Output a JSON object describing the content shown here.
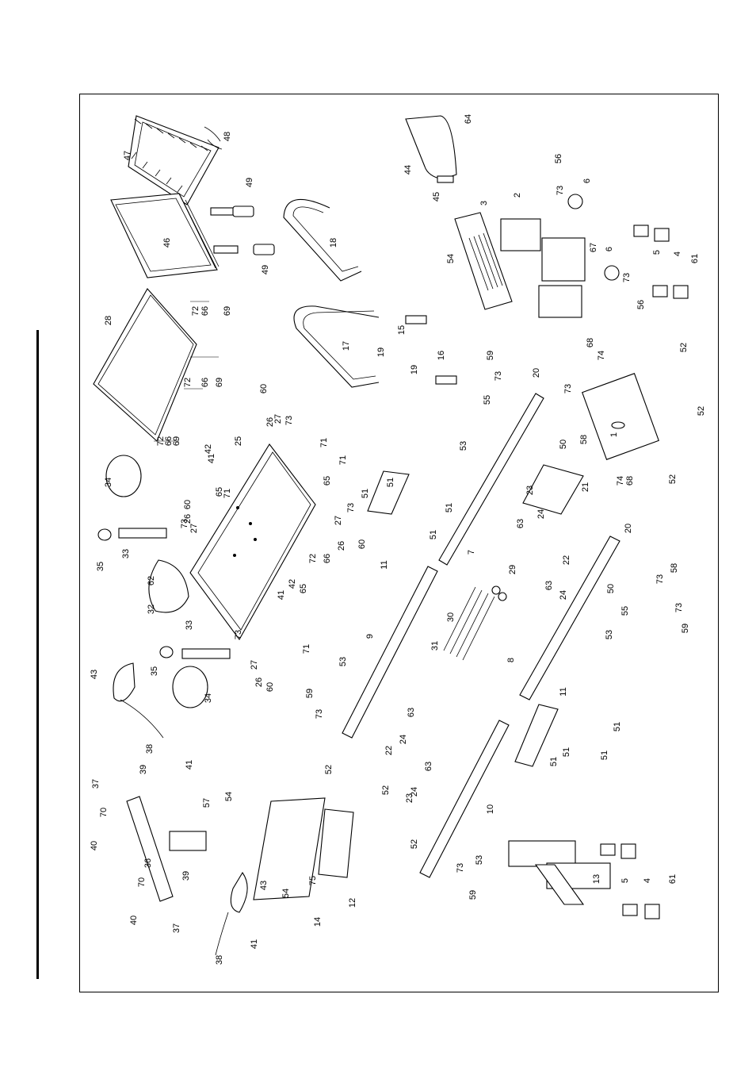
{
  "diagram": {
    "part_numbers": [
      "1",
      "2",
      "3",
      "4",
      "5",
      "6",
      "7",
      "8",
      "9",
      "10",
      "11",
      "12",
      "13",
      "14",
      "15",
      "16",
      "17",
      "18",
      "19",
      "20",
      "21",
      "22",
      "23",
      "24",
      "25",
      "26",
      "27",
      "28",
      "29",
      "30",
      "31",
      "32",
      "33",
      "34",
      "35",
      "36",
      "37",
      "38",
      "39",
      "40",
      "41",
      "42",
      "43",
      "44",
      "45",
      "46",
      "47",
      "48",
      "49",
      "50",
      "51",
      "52",
      "53",
      "54",
      "55",
      "56",
      "57",
      "58",
      "59",
      "60",
      "61",
      "62",
      "63",
      "64",
      "65",
      "66",
      "67",
      "68",
      "69",
      "70",
      "71",
      "72",
      "73",
      "74",
      "75"
    ]
  }
}
